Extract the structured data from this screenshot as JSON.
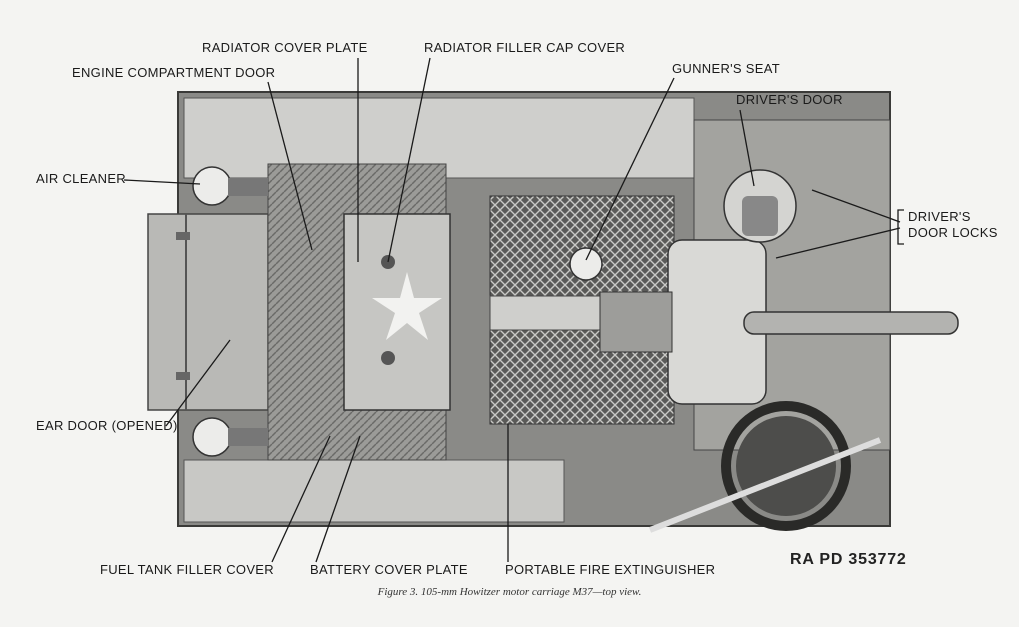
{
  "labels": {
    "radiator_cover_plate": "RADIATOR COVER PLATE",
    "radiator_filler_cap_cover": "RADIATOR FILLER CAP COVER",
    "engine_compartment_door": "ENGINE COMPARTMENT DOOR",
    "gunners_seat": "GUNNER'S SEAT",
    "drivers_door": "DRIVER'S DOOR",
    "air_cleaner": "AIR CLEANER",
    "drivers_door_locks_line1": "DRIVER'S",
    "drivers_door_locks_line2": "DOOR LOCKS",
    "ear_door": "EAR DOOR (OPENED)",
    "fuel_tank_filler_cover": "FUEL TANK FILLER COVER",
    "battery_cover_plate": "BATTERY COVER PLATE",
    "portable_fire_extinguisher": "PORTABLE FIRE EXTINGUISHER"
  },
  "figure_code": "RA PD  353772",
  "caption": "Figure 3. 105-mm Howitzer motor carriage M37—top view.",
  "colors": {
    "paper": "#f4f4f2",
    "hull_dark": "#6e6e6c",
    "hull_mid": "#a9a9a6",
    "hull_light": "#d7d7d4",
    "ink": "#1a1a1a"
  }
}
